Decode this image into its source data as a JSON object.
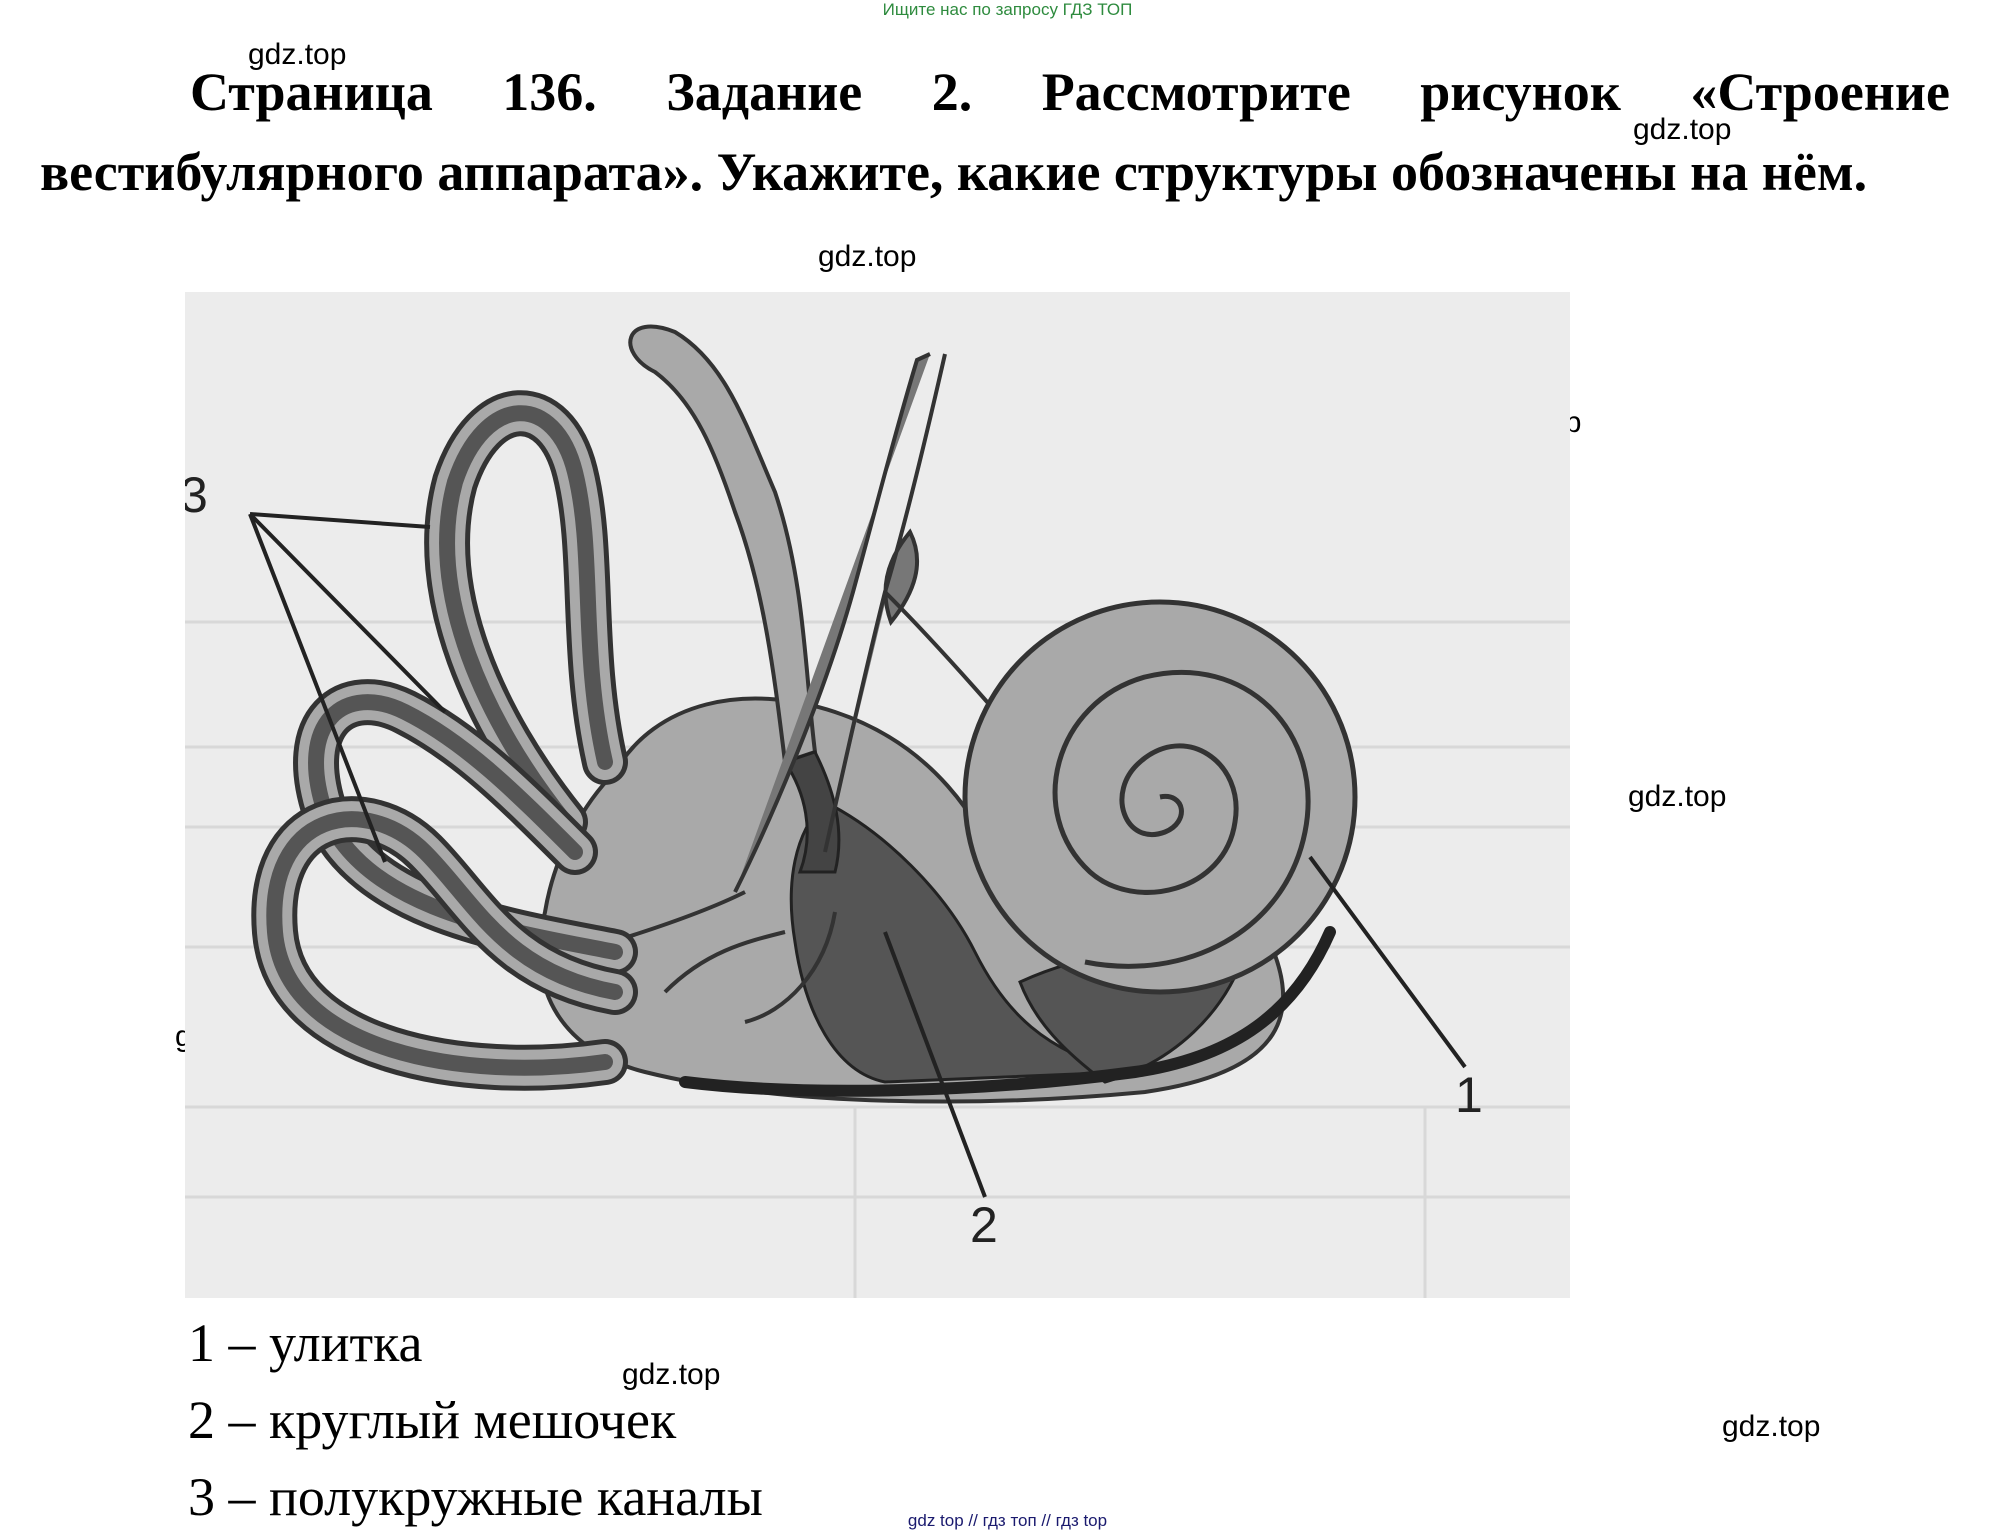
{
  "header_note": "Ищите нас по запросу ГДЗ ТОП",
  "heading": "Страница 136. Задание 2. Рассмотрите рисунок «Строение вестибулярного аппарата». Укажите, какие структуры обозначены на нём.",
  "watermark_text": "gdz.top",
  "figure_labels": {
    "label_1": "1",
    "label_2": "2",
    "label_3": "3"
  },
  "answers": [
    "1 – улитка",
    "2 – круглый мешочек",
    "3 – полукружные каналы"
  ],
  "footer": "gdz top  //  гдз топ  //  гдз top",
  "colors": {
    "watermark_green": "#2e8b3e",
    "footer_blue": "#1a1a6e",
    "figure_background": "#ececec",
    "figure_mid_gray": "#a9a9a9",
    "figure_dark_gray": "#555555"
  }
}
